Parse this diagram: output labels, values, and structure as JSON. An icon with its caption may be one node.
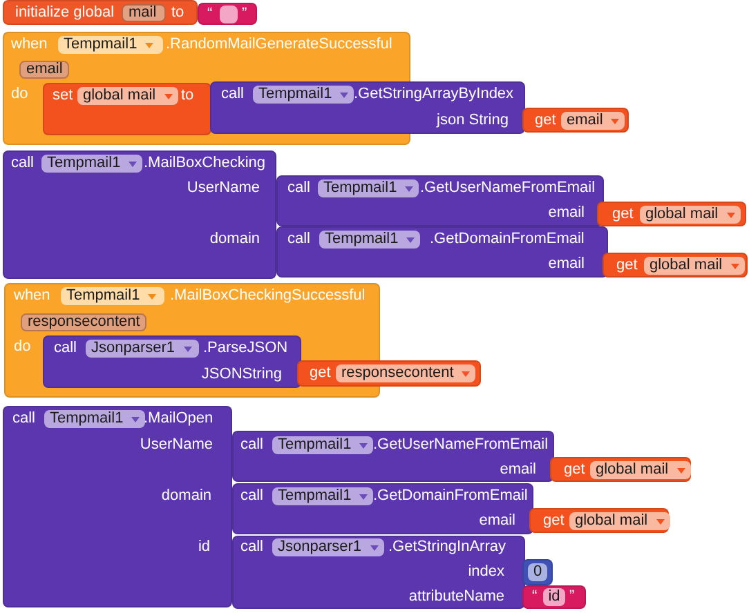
{
  "diagram": {
    "nodes": [
      {
        "text": [
          "initialize global",
          "mail",
          "to"
        ]
      },
      {
        "text": [
          "“",
          "”"
        ]
      },
      {
        "text": [
          "when",
          "Tempmail1",
          ".RandomMailGenerateSuccessful",
          "email",
          "do"
        ]
      },
      {
        "text": [
          "set",
          "global mail",
          "to"
        ],
        "in": 2
      },
      {
        "text": [
          "call",
          "Tempmail1",
          ".GetStringArrayByIndex",
          "json String"
        ]
      },
      {
        "text": [
          "get",
          "email"
        ]
      },
      {
        "text": [
          "call",
          "Tempmail1",
          ".MailBoxChecking",
          "UserName",
          "domain"
        ]
      },
      {
        "text": [
          "call",
          "Tempmail1",
          ".GetUserNameFromEmail",
          "email"
        ]
      },
      {
        "text": [
          "get",
          "global mail"
        ]
      },
      {
        "text": [
          "call",
          "Tempmail1",
          ".GetDomainFromEmail",
          "email"
        ]
      },
      {
        "text": [
          "get",
          "global mail"
        ]
      },
      {
        "text": [
          "when",
          "Tempmail1",
          ".MailBoxCheckingSuccessful",
          "responsecontent",
          "do"
        ]
      },
      {
        "text": [
          "call",
          "Jsonparser1",
          ".ParseJSON",
          "JSONString"
        ],
        "in": 11
      },
      {
        "text": [
          "get",
          "responsecontent"
        ]
      },
      {
        "text": [
          "call",
          "Tempmail1",
          ".MailOpen",
          "UserName",
          "domain",
          "id"
        ]
      },
      {
        "text": [
          "call",
          "Tempmail1",
          ".GetUserNameFromEmail",
          "email"
        ]
      },
      {
        "text": [
          "get",
          "global mail"
        ]
      },
      {
        "text": [
          "call",
          "Tempmail1",
          ".GetDomainFromEmail",
          "email"
        ]
      },
      {
        "text": [
          "get",
          "global mail"
        ]
      },
      {
        "text": [
          "call",
          "Jsonparser1",
          ".GetStringInArray",
          "index",
          "attributeName"
        ]
      },
      {
        "text": [
          "0"
        ]
      },
      {
        "text": [
          "“",
          "id",
          "”"
        ]
      }
    ]
  }
}
